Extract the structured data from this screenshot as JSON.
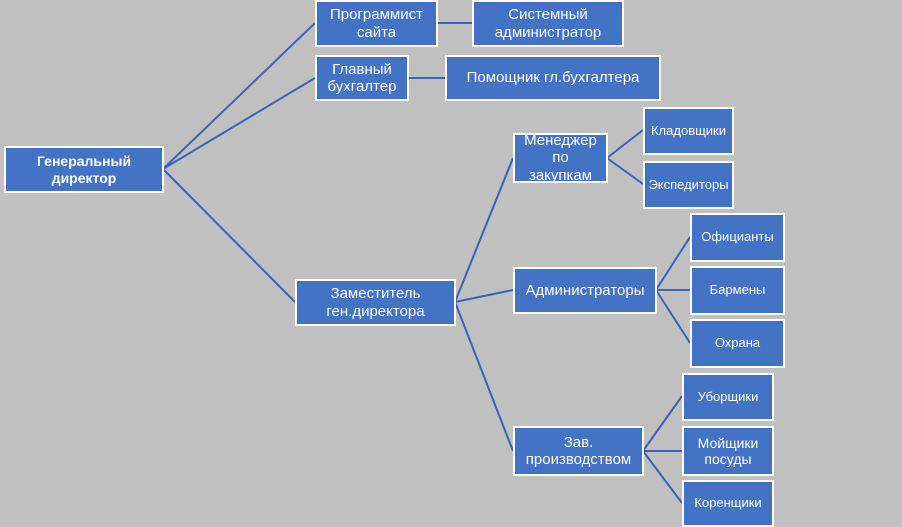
{
  "nodes": {
    "gen_director": "Генеральный\nдиректор",
    "site_programmer": "Программист\nсайта",
    "sys_admin": "Системный\nадминистратор",
    "chief_accountant": "Главный\nбухгалтер",
    "accountant_assistant": "Помощник гл.бухгалтера",
    "deputy_director": "Заместитель\nген.директора",
    "purchase_manager": "Менеджер\nпо закупкам",
    "storekeepers": "Кладовщики",
    "forwarders": "Экспедиторы",
    "administrators": "Администраторы",
    "waiters": "Официанты",
    "bartenders": "Бармены",
    "security": "Охрана",
    "production_head": "Зав.\nпроизводством",
    "cleaners": "Уборщики",
    "dishwashers": "Мойщики\nпосуды",
    "root_cleaners": "Коренщики"
  },
  "style": {
    "background": "#c0c0c0",
    "node_fill": "#4472c4",
    "node_border": "#ffffff",
    "connector": "#3b62b8",
    "text": "#ffffff"
  }
}
